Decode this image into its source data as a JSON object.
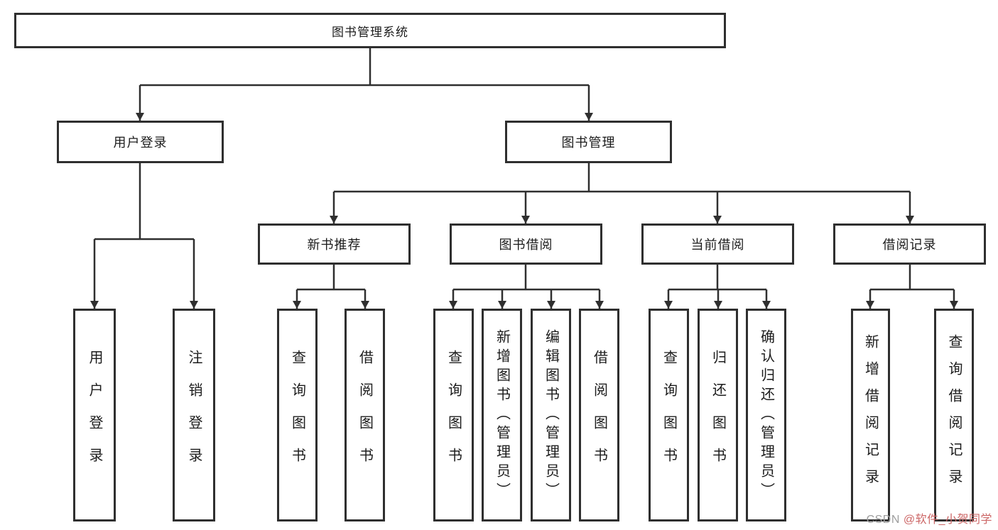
{
  "diagram": {
    "root": {
      "label": "图书管理系统"
    },
    "level2": [
      {
        "label": "用户登录"
      },
      {
        "label": "图书管理"
      }
    ],
    "level3": [
      {
        "label": "新书推荐"
      },
      {
        "label": "图书借阅"
      },
      {
        "label": "当前借阅"
      },
      {
        "label": "借阅记录"
      }
    ],
    "leaves": {
      "user_login": [
        "用户登录",
        "注销登录"
      ],
      "new_book": [
        "查询图书",
        "借阅图书"
      ],
      "book_borrow": [
        "查询图书",
        "新增图书（管理员）",
        "编辑图书（管理员）",
        "借阅图书"
      ],
      "current_borrow": [
        "查询图书",
        "归还图书",
        "确认归还（管理员）"
      ],
      "borrow_records": [
        "新增借阅记录",
        "查询借阅记录"
      ]
    },
    "watermark": {
      "prefix": "CSDN ",
      "handle": "@软件_小贺同学"
    }
  },
  "colors": {
    "line": "#2f2f2f",
    "border": "#2f2f2f",
    "background": "#ffffff",
    "watermark_gray": "#9e9e9e",
    "watermark_red": "#cc6666"
  }
}
